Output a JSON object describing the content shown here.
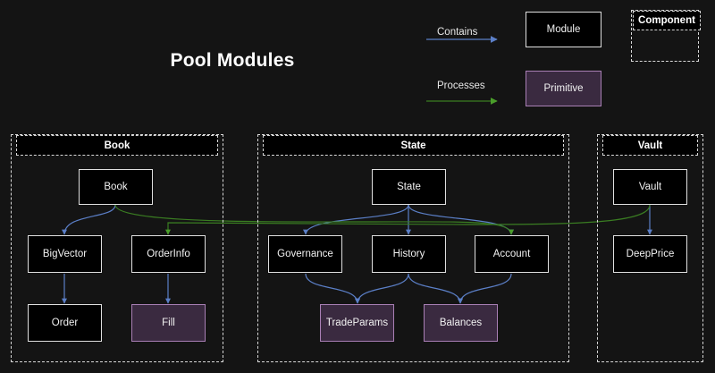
{
  "diagram": {
    "title": "Pool Modules",
    "background_color": "#141414",
    "module_fill": "#000000",
    "module_border": "#e0e0e0",
    "primitive_fill": "#3a2a40",
    "primitive_border": "#a97fb5",
    "contains_color": "#5b7fc7",
    "processes_color": "#3a7d22"
  },
  "legend": {
    "contains_label": "Contains",
    "processes_label": "Processes",
    "module_label": "Module",
    "primitive_label": "Primitive",
    "component_label": "Component"
  },
  "groups": [
    {
      "id": "book",
      "label": "Book"
    },
    {
      "id": "state",
      "label": "State"
    },
    {
      "id": "vault",
      "label": "Vault"
    }
  ],
  "nodes": {
    "book": {
      "label": "Book",
      "type": "module"
    },
    "bigvector": {
      "label": "BigVector",
      "type": "module"
    },
    "orderinfo": {
      "label": "OrderInfo",
      "type": "module"
    },
    "order": {
      "label": "Order",
      "type": "module"
    },
    "fill": {
      "label": "Fill",
      "type": "primitive"
    },
    "state": {
      "label": "State",
      "type": "module"
    },
    "governance": {
      "label": "Governance",
      "type": "module"
    },
    "history": {
      "label": "History",
      "type": "module"
    },
    "account": {
      "label": "Account",
      "type": "module"
    },
    "tradeparams": {
      "label": "TradeParams",
      "type": "primitive"
    },
    "balances": {
      "label": "Balances",
      "type": "primitive"
    },
    "vault": {
      "label": "Vault",
      "type": "module"
    },
    "deepprice": {
      "label": "DeepPrice",
      "type": "module"
    }
  },
  "edges": [
    {
      "from": "book",
      "to": "bigvector",
      "kind": "contains"
    },
    {
      "from": "bigvector",
      "to": "order",
      "kind": "contains"
    },
    {
      "from": "orderinfo",
      "to": "fill",
      "kind": "contains"
    },
    {
      "from": "state",
      "to": "governance",
      "kind": "contains"
    },
    {
      "from": "state",
      "to": "history",
      "kind": "contains"
    },
    {
      "from": "state",
      "to": "account",
      "kind": "contains"
    },
    {
      "from": "governance",
      "to": "tradeparams",
      "kind": "contains"
    },
    {
      "from": "history",
      "to": "tradeparams",
      "kind": "contains"
    },
    {
      "from": "history",
      "to": "balances",
      "kind": "contains"
    },
    {
      "from": "account",
      "to": "balances",
      "kind": "contains"
    },
    {
      "from": "vault",
      "to": "deepprice",
      "kind": "contains"
    },
    {
      "from": "book",
      "to": "account",
      "kind": "processes"
    },
    {
      "from": "vault",
      "to": "orderinfo",
      "kind": "processes"
    }
  ]
}
